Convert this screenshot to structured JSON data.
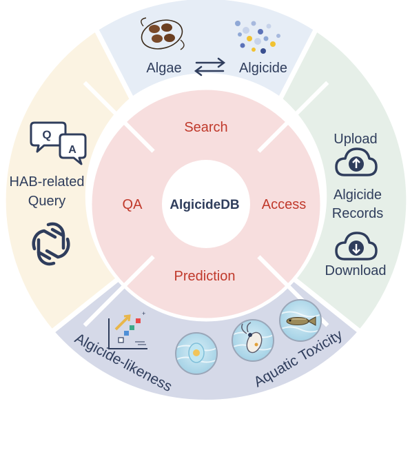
{
  "center": {
    "title": "AlgicideDB"
  },
  "inner_ring": {
    "search": "Search",
    "access": "Access",
    "prediction": "Prediction",
    "qa": "QA"
  },
  "outer_ring": {
    "top": {
      "left_label": "Algae",
      "right_label": "Algicide"
    },
    "right": {
      "upload": "Upload",
      "records_line1": "Algicide",
      "records_line2": "Records",
      "download": "Download"
    },
    "left": {
      "query_line1": "HAB-related",
      "query_line2": "Query",
      "qa_icon_q": "Q",
      "qa_icon_a": "A"
    },
    "bottom": {
      "left_label": "Algicide-likeness",
      "right_label": "Aquatic Toxicity"
    }
  },
  "colors": {
    "top_sector": "#e6edf6",
    "right_sector": "#e6efe8",
    "bottom_sector": "#d5d9e8",
    "left_sector": "#fbf3e2",
    "inner_ring": "#f7dede",
    "inner_text": "#c0392b",
    "outer_text": "#2f3d5c",
    "icon_dark": "#2f3d5c"
  }
}
